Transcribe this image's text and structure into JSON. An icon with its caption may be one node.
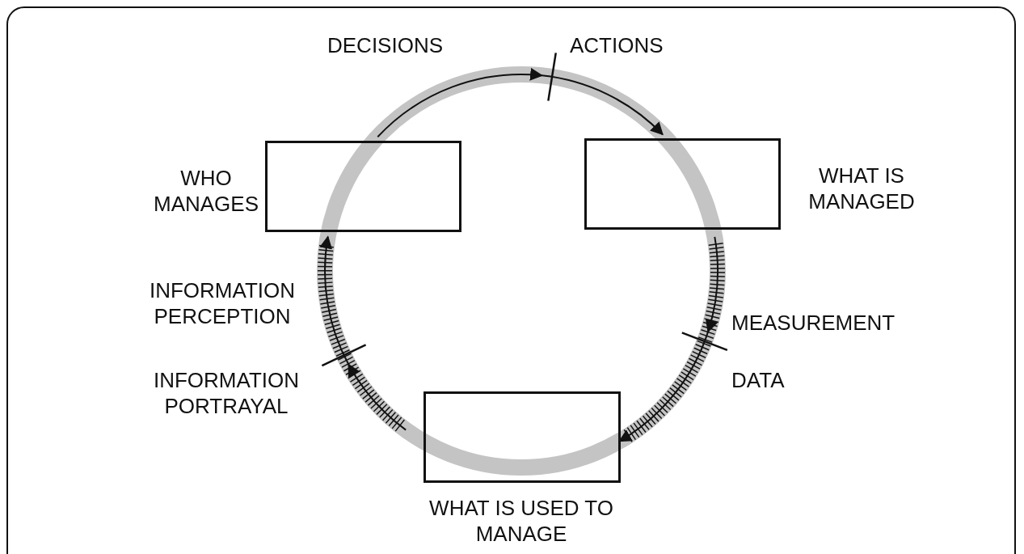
{
  "diagram": {
    "nodes": [
      {
        "text": [
          "WHO MANAGES"
        ]
      },
      {
        "text": [
          "WHAT IS MANAGED"
        ]
      },
      {
        "text": [
          "WHAT IS USED TO MANAGE"
        ]
      }
    ],
    "edges": [
      {
        "from": 0,
        "to": 1,
        "arrow": "to"
      },
      {
        "from": 1,
        "to": 2,
        "arrow": "to"
      },
      {
        "from": 2,
        "to": 0,
        "arrow": "to"
      }
    ],
    "labels": [
      "DECISIONS",
      "ACTIONS",
      "MEASUREMENT",
      "DATA",
      "INFORMATION PERCEPTION",
      "INFORMATION PORTRAYAL"
    ]
  }
}
